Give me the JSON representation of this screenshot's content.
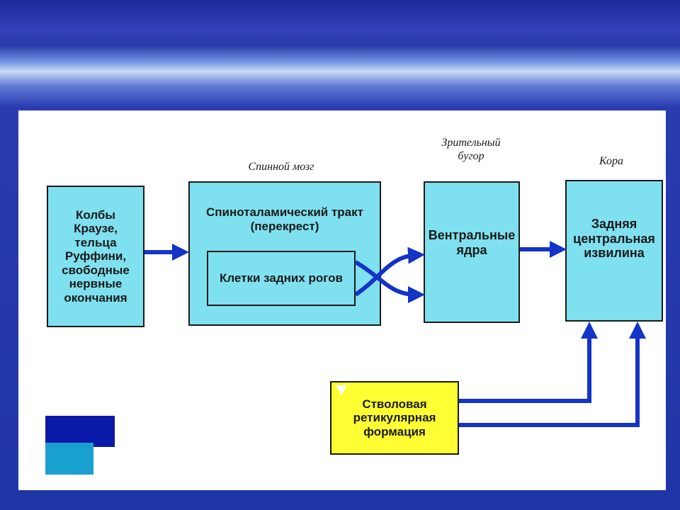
{
  "captions": {
    "spinal_cord": "Спинной мозг",
    "thalamus": "Зрительный\nбугор",
    "cortex": "Кора"
  },
  "boxes": {
    "receptors": "Колбы\nКраузе,\nтельца\nРуффини,\nсвободные\nнервные\nокончания",
    "spinothalamic_title": "Спиноталамический тракт\n(перекрест)",
    "dorsal_horn_cells": "Клетки задних рогов",
    "ventral_nuclei": "Вентральные\nядра",
    "postcentral_gyrus": "Задняя\nцентральная\nизвилина",
    "reticular_formation": "Стволовая\nретикулярная\nформация"
  },
  "colors": {
    "box_fill": "#7fe0ef",
    "reticular_fill": "#ffff33",
    "arrow": "#1433c8",
    "deco_dark": "#0a1aa8",
    "deco_light": "#1aa0d0"
  }
}
